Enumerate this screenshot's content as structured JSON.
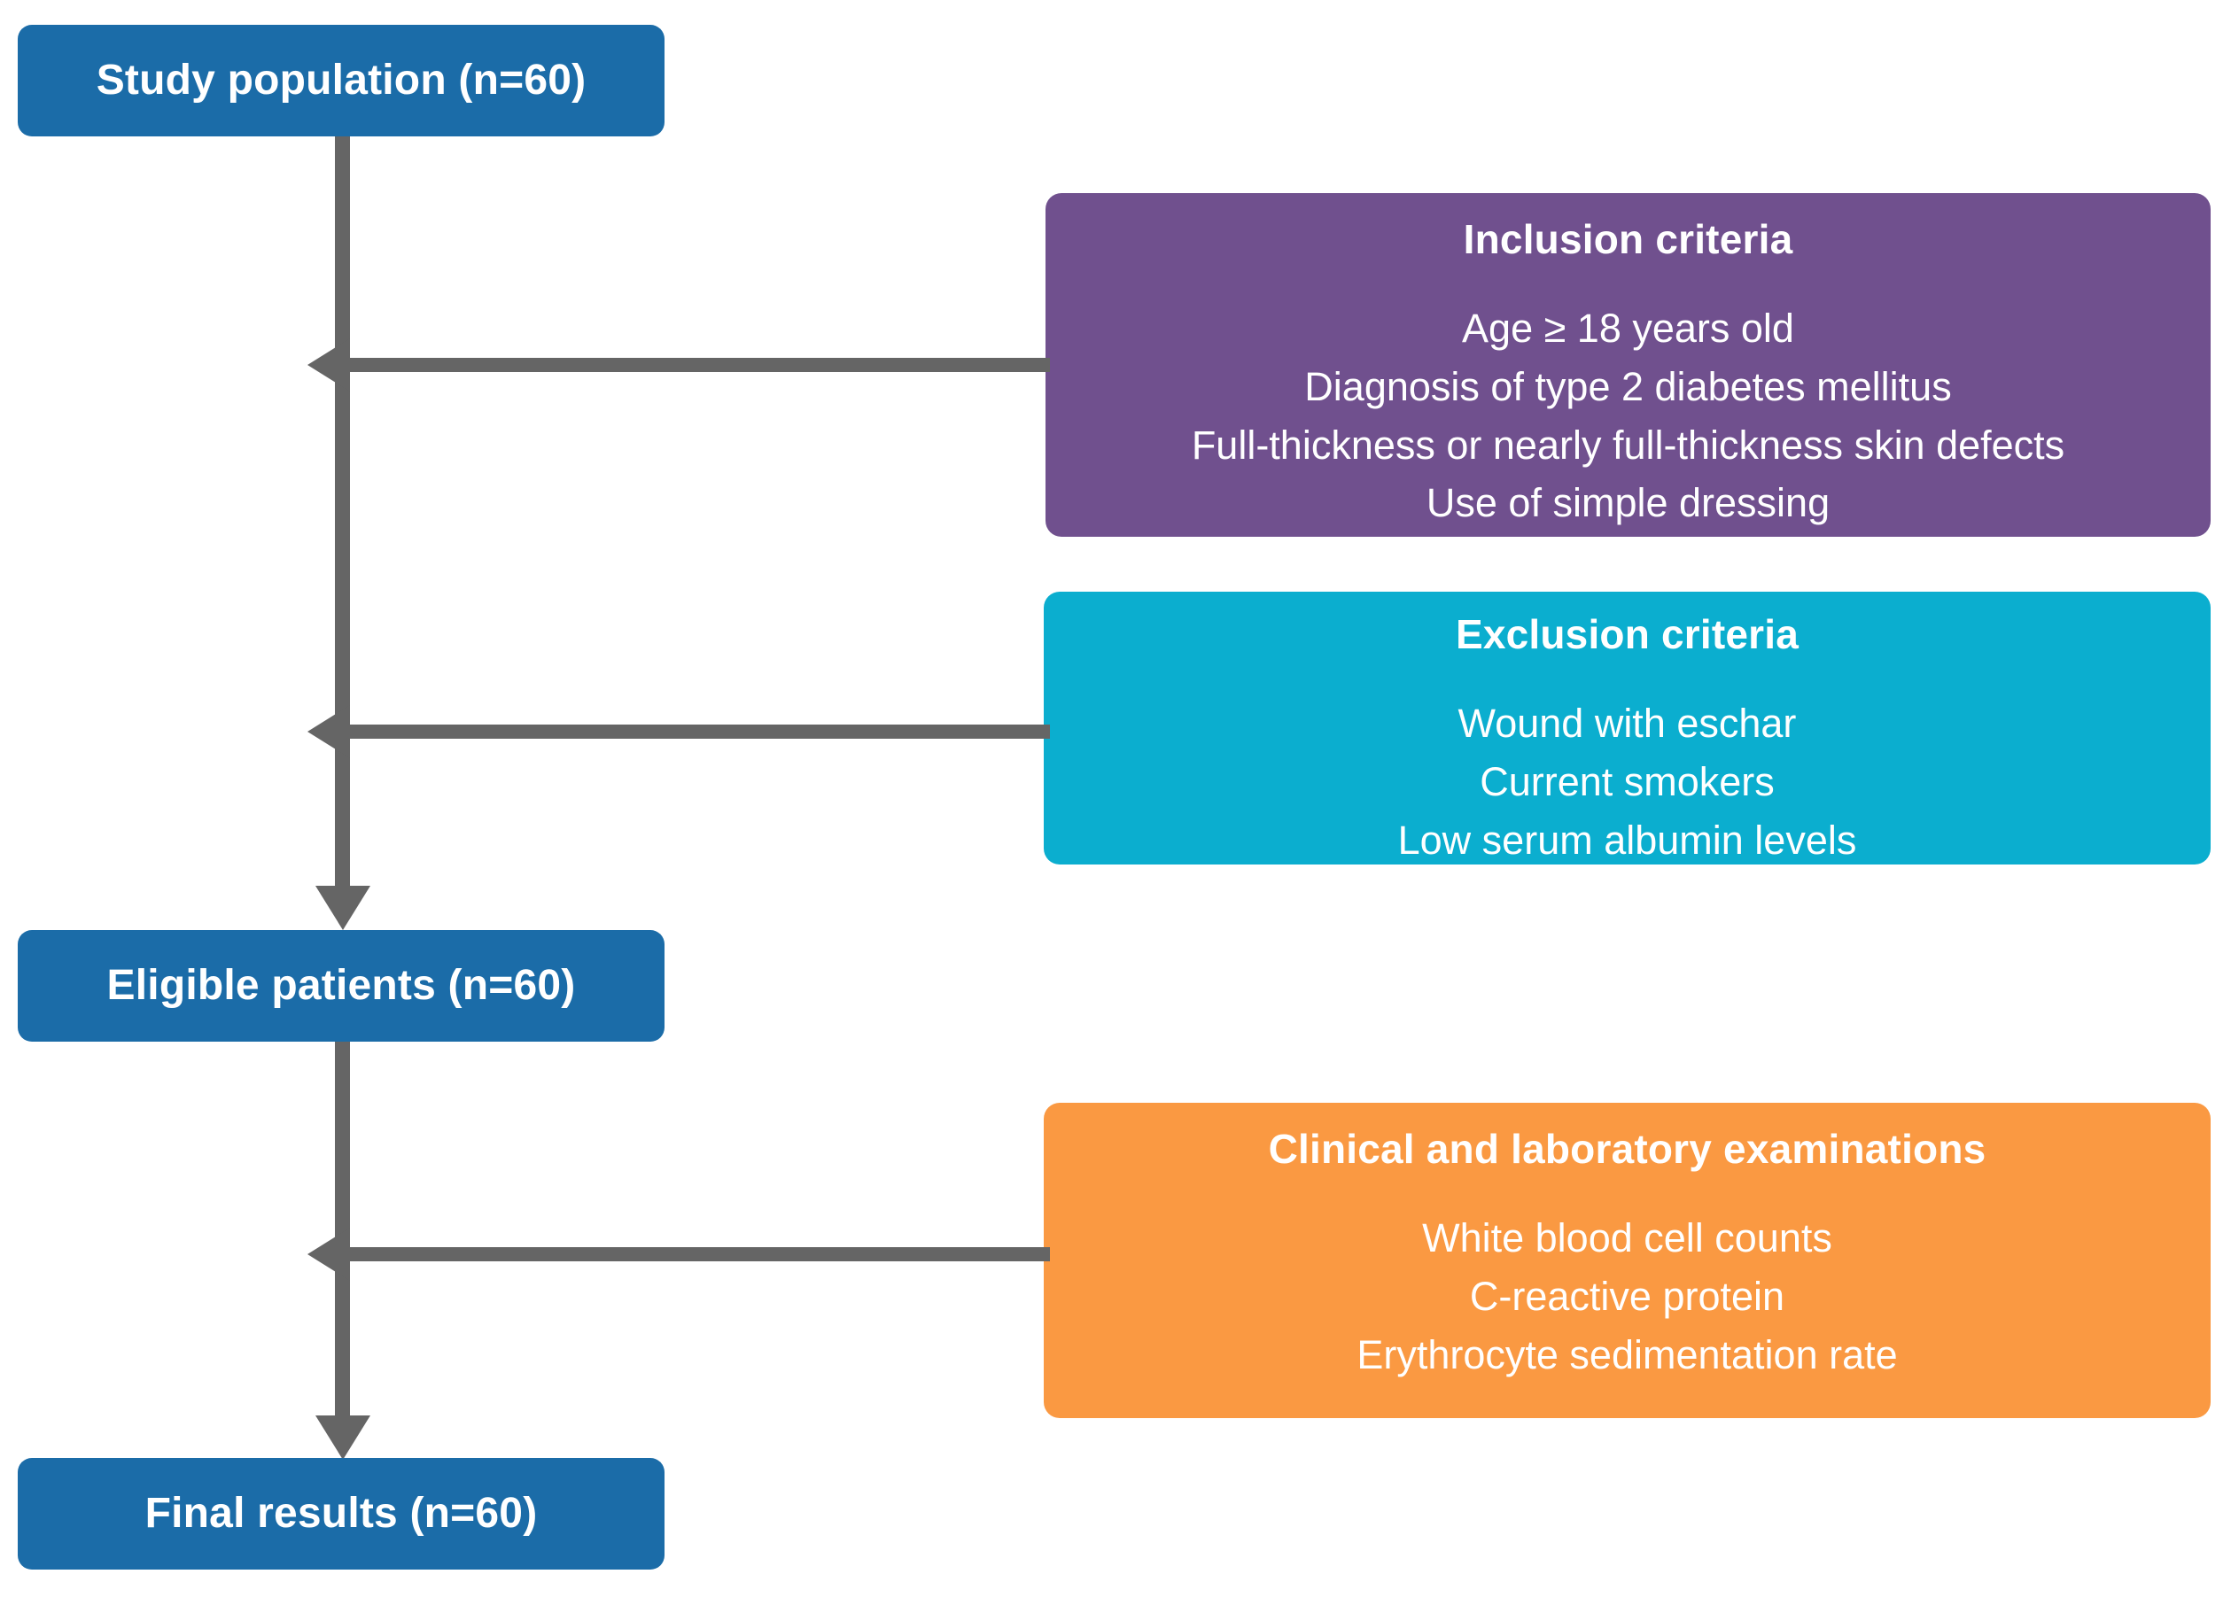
{
  "colors": {
    "primary_box": "#1B6CA8",
    "inclusion_box": "#70508E",
    "exclusion_box": "#0BAECF",
    "examination_box": "#FA9942",
    "connector": "#656565",
    "text": "#FFFFFF",
    "background": "#FFFFFF"
  },
  "nodes": {
    "study_population": {
      "label": "Study population (n=60)"
    },
    "eligible_patients": {
      "label": "Eligible patients (n=60)"
    },
    "final_results": {
      "label": "Final results (n=60)"
    }
  },
  "side_boxes": {
    "inclusion": {
      "title": "Inclusion criteria",
      "items": [
        "Age ≥ 18 years old",
        "Diagnosis of type 2 diabetes mellitus",
        "Full-thickness or nearly full-thickness skin defects",
        "Use of simple dressing"
      ]
    },
    "exclusion": {
      "title": "Exclusion criteria",
      "items": [
        "Wound with eschar",
        "Current smokers",
        "Low serum albumin levels"
      ]
    },
    "examination": {
      "title": "Clinical and laboratory examinations",
      "items": [
        "White blood cell counts",
        "C-reactive protein",
        "Erythrocyte sedimentation rate"
      ]
    }
  }
}
